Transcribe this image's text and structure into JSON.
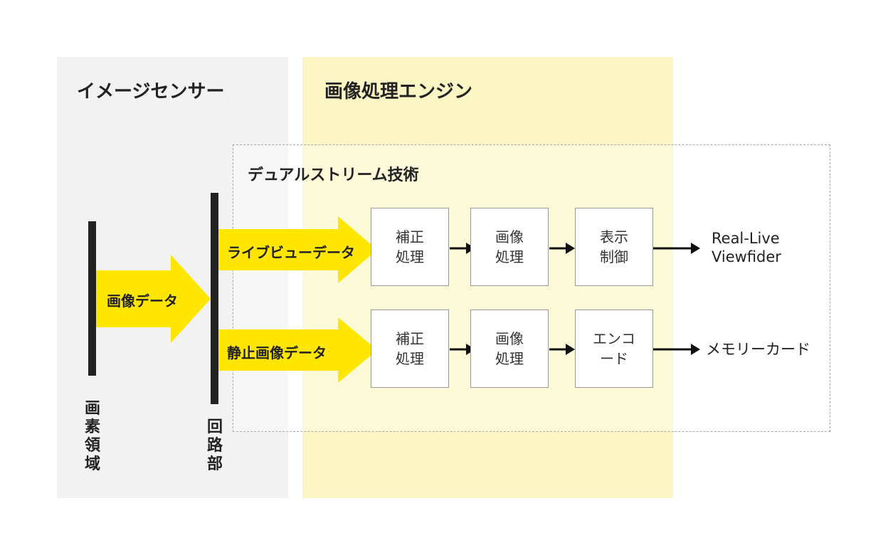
{
  "sections": {
    "image_sensor": "イメージセンサー",
    "image_engine": "画像処理エンジン",
    "dual_stream": "デュアルストリーム技術"
  },
  "components": {
    "pixel_area": "画素領域",
    "circuit": "回路部"
  },
  "arrows": {
    "image_data": "画像データ",
    "live_view_data": "ライブビューデータ",
    "still_image_data": "静止画像データ"
  },
  "live_pipeline": {
    "correction": "補正処理",
    "processing": "画像処理",
    "display": "表示制御",
    "output": "Real-Live Viewfider"
  },
  "still_pipeline": {
    "correction": "補正処理",
    "processing": "画像処理",
    "encode": "エンコード",
    "output": "メモリーカード"
  },
  "colors": {
    "arrow_yellow": "#ffe600",
    "sensor_panel": "#f2f2f2",
    "engine_panel": "#fbf6c4"
  }
}
